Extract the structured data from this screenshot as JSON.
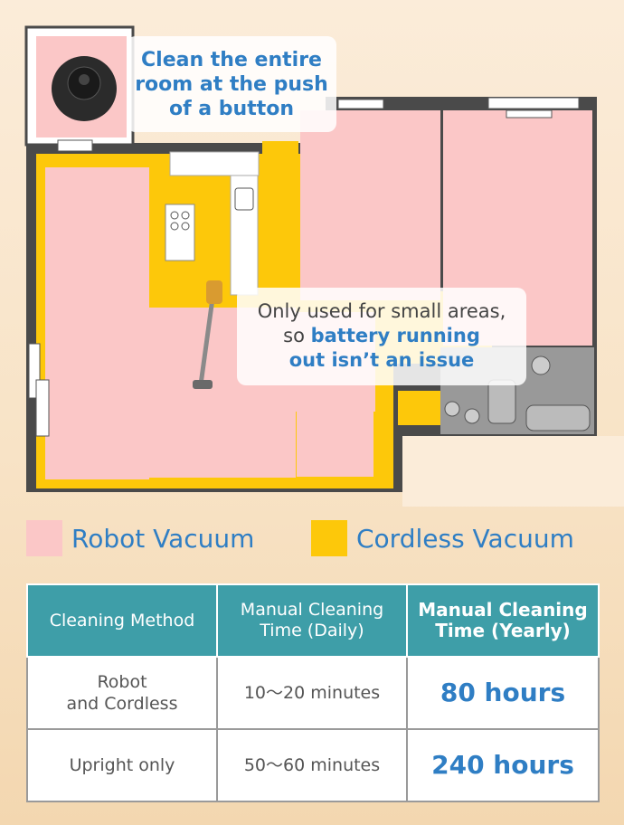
{
  "callouts": {
    "robot": {
      "line1": "Clean the entire",
      "line2": "room at the push",
      "line3": "of a button"
    },
    "cordless": {
      "line1": "Only used for small areas,",
      "line2_prefix": "so ",
      "line2_highlight": "battery running",
      "line3": "out isn’t an issue"
    }
  },
  "legend": {
    "robot": {
      "label": "Robot Vacuum",
      "color": "#fbc7c7"
    },
    "cordless": {
      "label": "Cordless Vacuum",
      "color": "#fdc80a"
    }
  },
  "table": {
    "headers": [
      "Cleaning Method",
      "Manual Cleaning Time (Daily)",
      "Manual Cleaning Time (Yearly)"
    ],
    "rows": [
      {
        "method_line1": "Robot",
        "method_line2": "and Cordless",
        "daily": "10～20 minutes",
        "yearly": "80 hours"
      },
      {
        "method_line1": "Upright only",
        "method_line2": "",
        "daily": "50～60 minutes",
        "yearly": "240 hours"
      }
    ]
  },
  "colors": {
    "wall": "#4a4a4a",
    "bathroom": "#999999",
    "accent_text": "#2f7ec4",
    "table_header": "#3e9ea8"
  }
}
